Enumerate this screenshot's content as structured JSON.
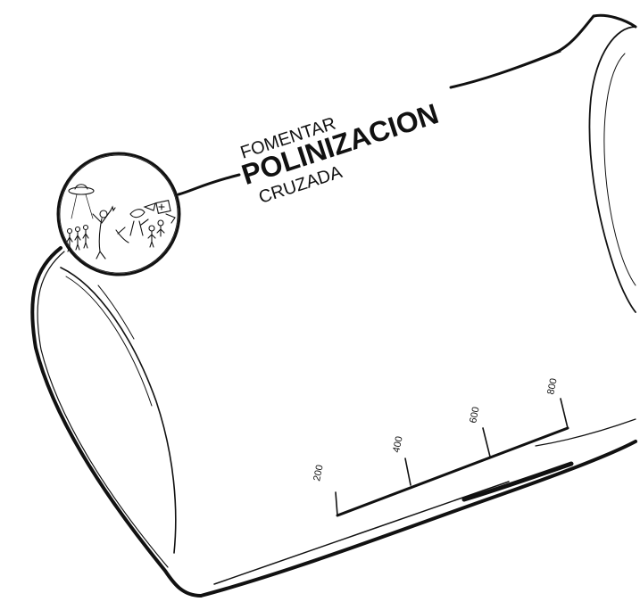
{
  "title": {
    "line1": "FOMENTAR",
    "line2": "POLINIZACION",
    "line3": "CRUZADA"
  },
  "scale": {
    "ticks": [
      "200",
      "400",
      "600",
      "800"
    ]
  },
  "colors": {
    "ink": "#111111",
    "paper": "#ffffff"
  },
  "illustration": {
    "icon": "ufo-abduction-people-illustration"
  }
}
